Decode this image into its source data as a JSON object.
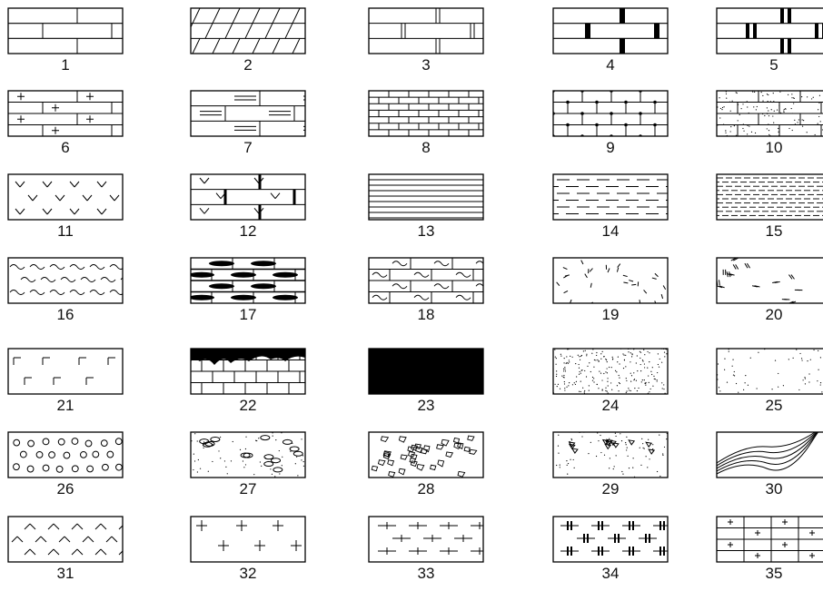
{
  "patterns": [
    {
      "label": "1",
      "pattern": "brick-plain"
    },
    {
      "label": "2",
      "pattern": "diagonal-brick"
    },
    {
      "label": "3",
      "pattern": "brick-double-joint"
    },
    {
      "label": "4",
      "pattern": "brick-thick-joint"
    },
    {
      "label": "5",
      "pattern": "brick-double-thick-joint"
    },
    {
      "label": "6",
      "pattern": "brick-with-crosses"
    },
    {
      "label": "7",
      "pattern": "brick-with-dashes"
    },
    {
      "label": "8",
      "pattern": "small-brick"
    },
    {
      "label": "9",
      "pattern": "brick-with-dots"
    },
    {
      "label": "10",
      "pattern": "brick-stippled"
    },
    {
      "label": "11",
      "pattern": "v-marks"
    },
    {
      "label": "12",
      "pattern": "brick-with-v-marks"
    },
    {
      "label": "13",
      "pattern": "horizontal-lines"
    },
    {
      "label": "14",
      "pattern": "dashed-lines"
    },
    {
      "label": "15",
      "pattern": "dense-dashed-lines"
    },
    {
      "label": "16",
      "pattern": "tilde-marks"
    },
    {
      "label": "17",
      "pattern": "brick-with-ellipses"
    },
    {
      "label": "18",
      "pattern": "brick-with-tildes"
    },
    {
      "label": "19",
      "pattern": "random-strokes"
    },
    {
      "label": "20",
      "pattern": "double-strokes"
    },
    {
      "label": "21",
      "pattern": "corner-marks"
    },
    {
      "label": "22",
      "pattern": "brick-with-black-cap"
    },
    {
      "label": "23",
      "pattern": "solid-black"
    },
    {
      "label": "24",
      "pattern": "dense-dots"
    },
    {
      "label": "25",
      "pattern": "sparse-dots"
    },
    {
      "label": "26",
      "pattern": "circles"
    },
    {
      "label": "27",
      "pattern": "ovals-and-dots"
    },
    {
      "label": "28",
      "pattern": "angular-fragments"
    },
    {
      "label": "29",
      "pattern": "triangles-and-dots"
    },
    {
      "label": "30",
      "pattern": "wavy-contours"
    },
    {
      "label": "31",
      "pattern": "chevrons"
    },
    {
      "label": "32",
      "pattern": "plus-signs"
    },
    {
      "label": "33",
      "pattern": "cross-dashes"
    },
    {
      "label": "34",
      "pattern": "bold-cross-dashes"
    },
    {
      "label": "35",
      "pattern": "grid-with-crosses"
    }
  ]
}
